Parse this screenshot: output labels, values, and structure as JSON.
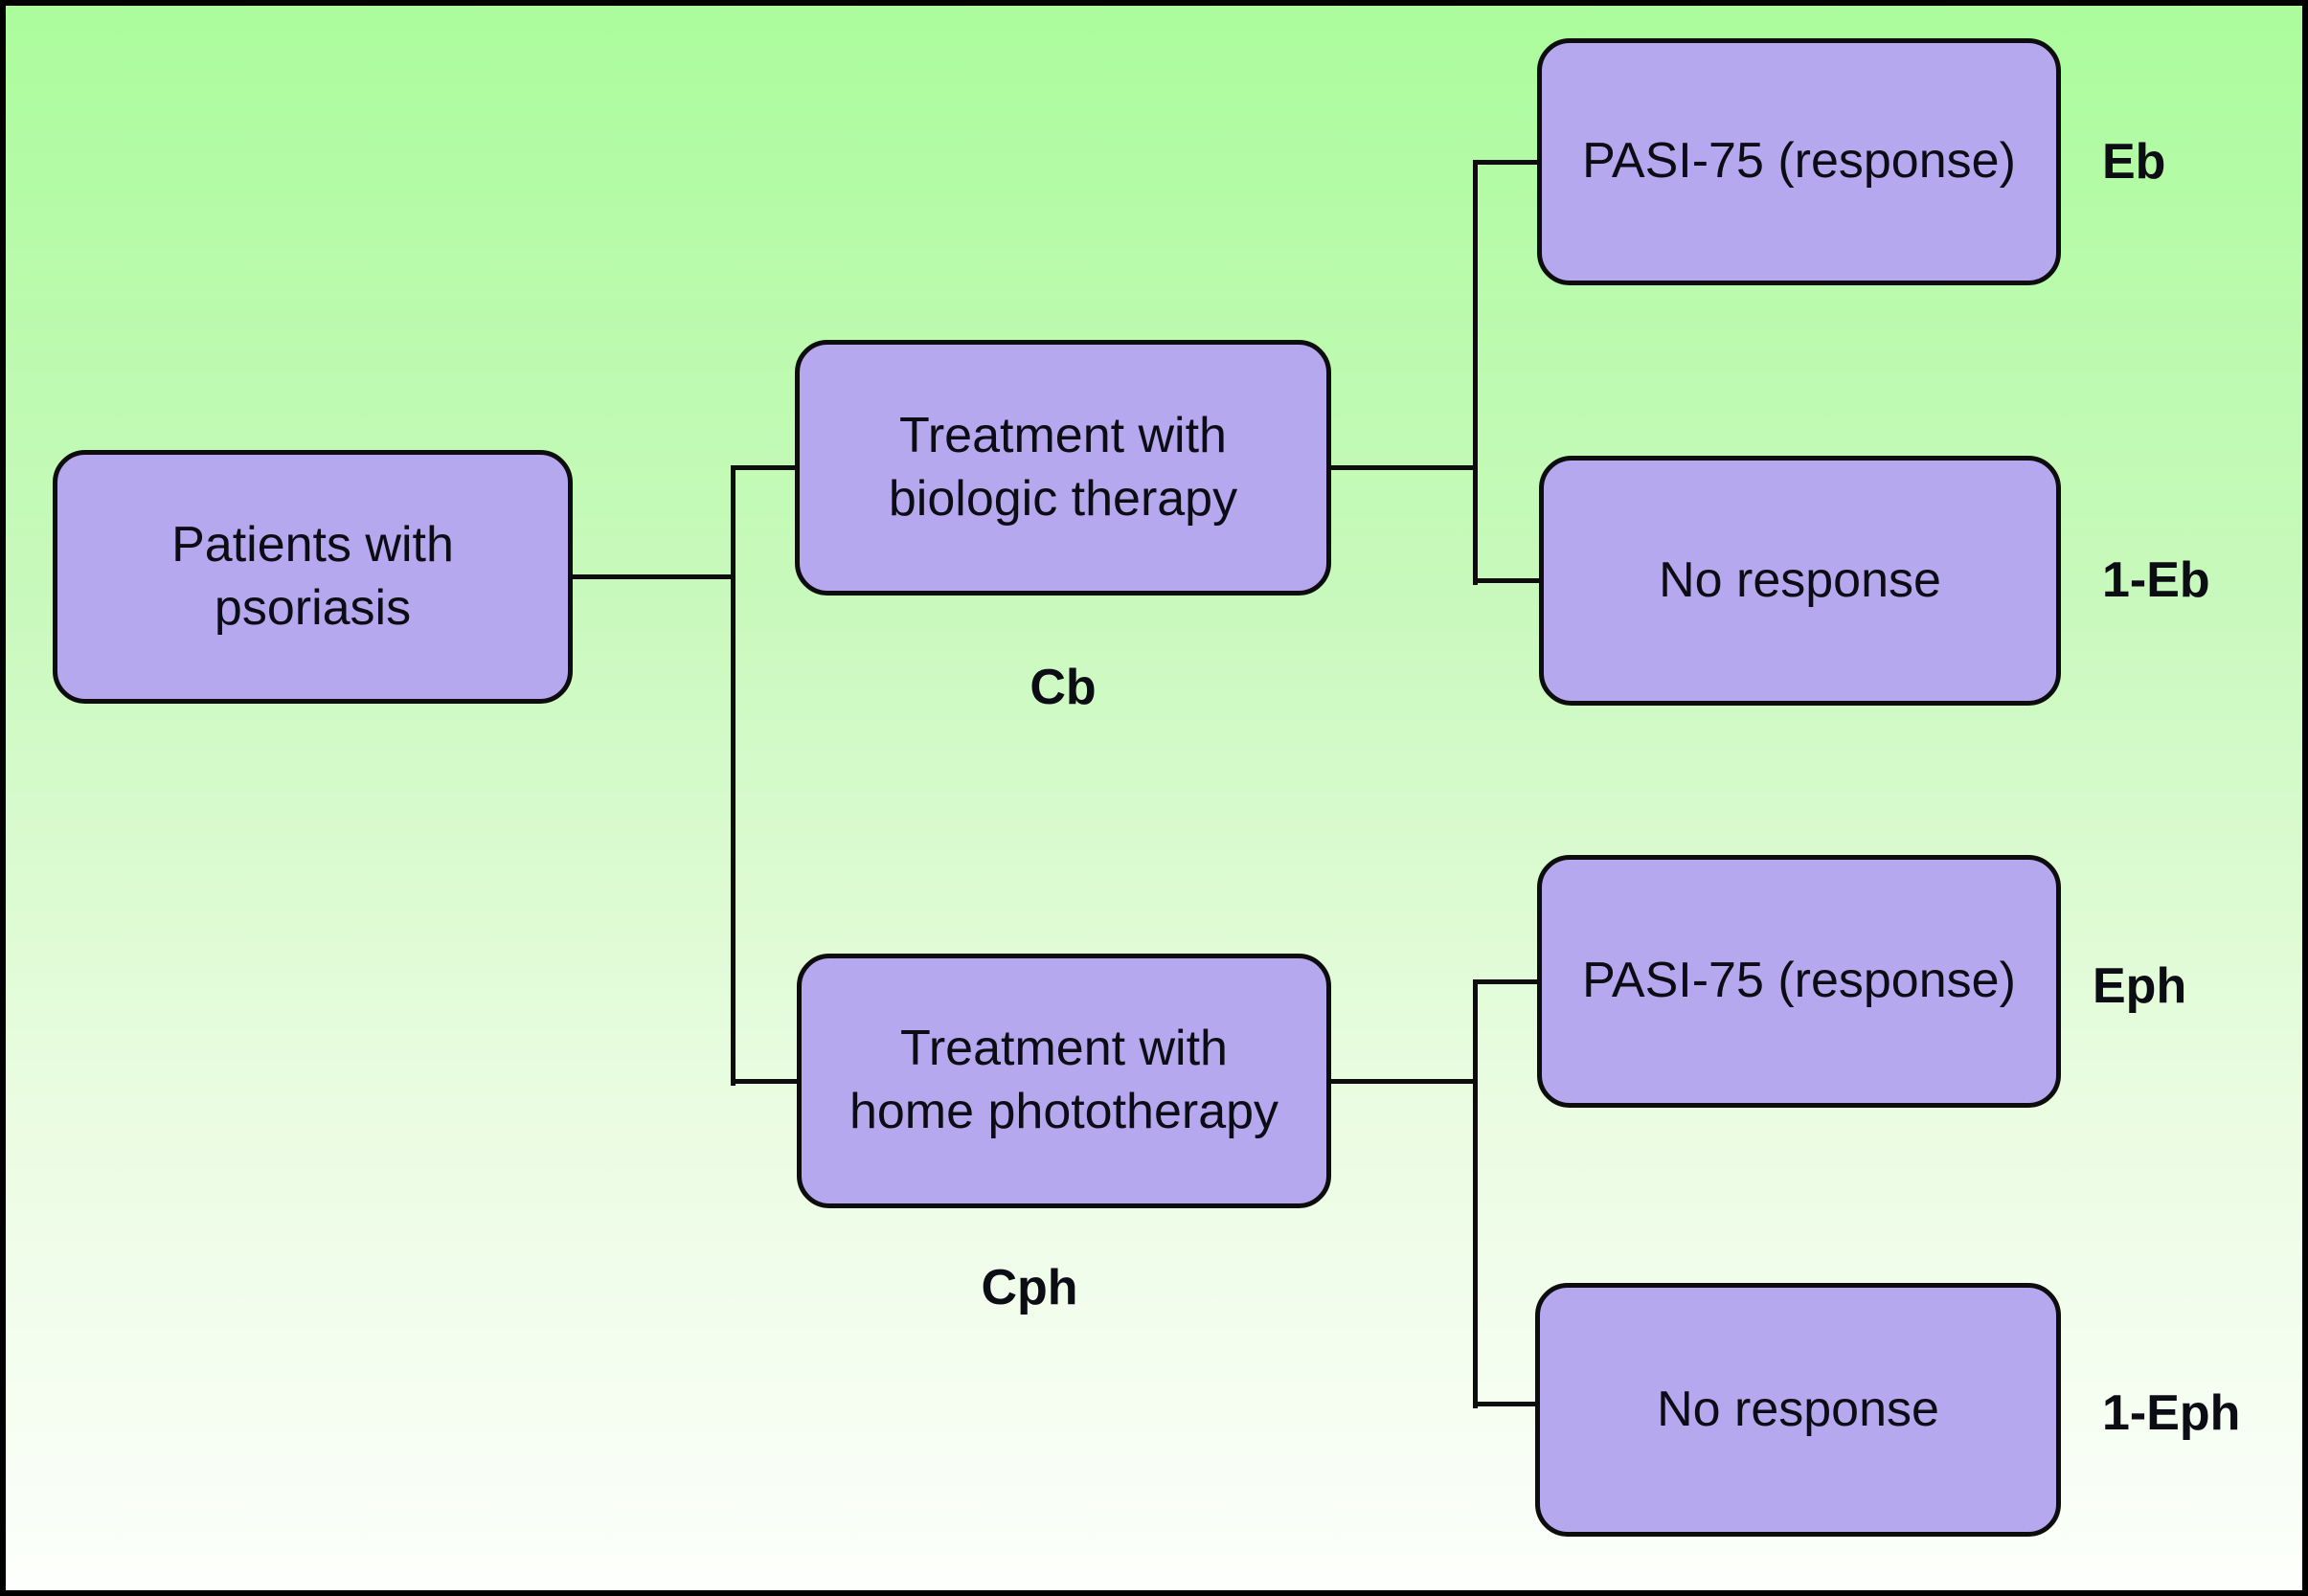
{
  "diagram": {
    "type": "decision-tree",
    "nodes": {
      "patients": {
        "label": "Patients with psoriasis"
      },
      "biologic": {
        "label": "Treatment with biologic therapy",
        "cost_label": "Cb"
      },
      "phototherapy": {
        "label": "Treatment with home phototherapy",
        "cost_label": "Cph"
      },
      "pasi_biologic": {
        "label": "PASI-75 (response)",
        "probability_label": "Eb"
      },
      "no_response_biologic": {
        "label": "No response",
        "probability_label": "1-Eb"
      },
      "pasi_phototherapy": {
        "label": "PASI-75 (response)",
        "probability_label": "Eph"
      },
      "no_response_phototherapy": {
        "label": "No response",
        "probability_label": "1-Eph"
      }
    },
    "edges": [
      {
        "from": "patients",
        "to": "biologic"
      },
      {
        "from": "patients",
        "to": "phototherapy"
      },
      {
        "from": "biologic",
        "to": "pasi_biologic"
      },
      {
        "from": "biologic",
        "to": "no_response_biologic"
      },
      {
        "from": "phototherapy",
        "to": "pasi_phototherapy"
      },
      {
        "from": "phototherapy",
        "to": "no_response_phototherapy"
      }
    ],
    "colors": {
      "background_top": "#abfc9c",
      "background_bottom": "#fdfffc",
      "node_fill": "#b5a8ee",
      "node_border": "#0d0d0d",
      "connector": "#0d0d0d",
      "text": "#0c0c14",
      "frame": "#000000"
    }
  }
}
